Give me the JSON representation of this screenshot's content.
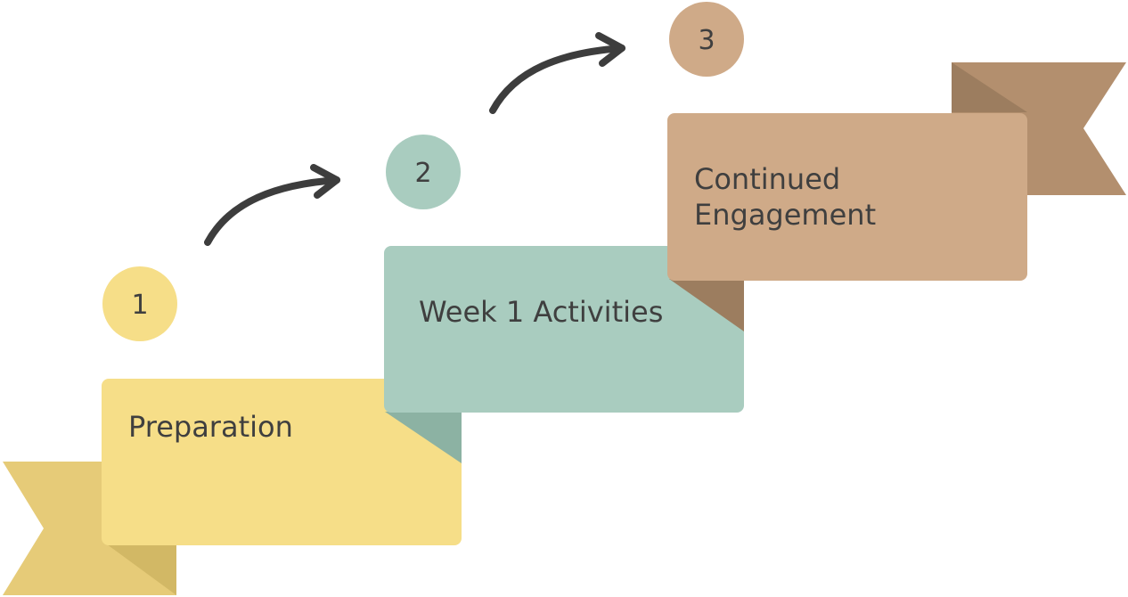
{
  "steps": [
    {
      "number": "1",
      "label_lines": [
        "Preparation"
      ],
      "color": "#f6de88",
      "tail_color": "#e6cb78",
      "fold_color": "#d2b865"
    },
    {
      "number": "2",
      "label_lines": [
        "Week 1 Activities"
      ],
      "color": "#a9ccbf",
      "fold_color": "#8cb2a3"
    },
    {
      "number": "3",
      "label_lines": [
        "Continued",
        "Engagement"
      ],
      "color": "#cfaa88",
      "tail_color": "#b38f6e",
      "fold_color": "#9c7d5f"
    }
  ],
  "arrow_color": "#3d3d3d",
  "text_color": "#3f3f3f"
}
